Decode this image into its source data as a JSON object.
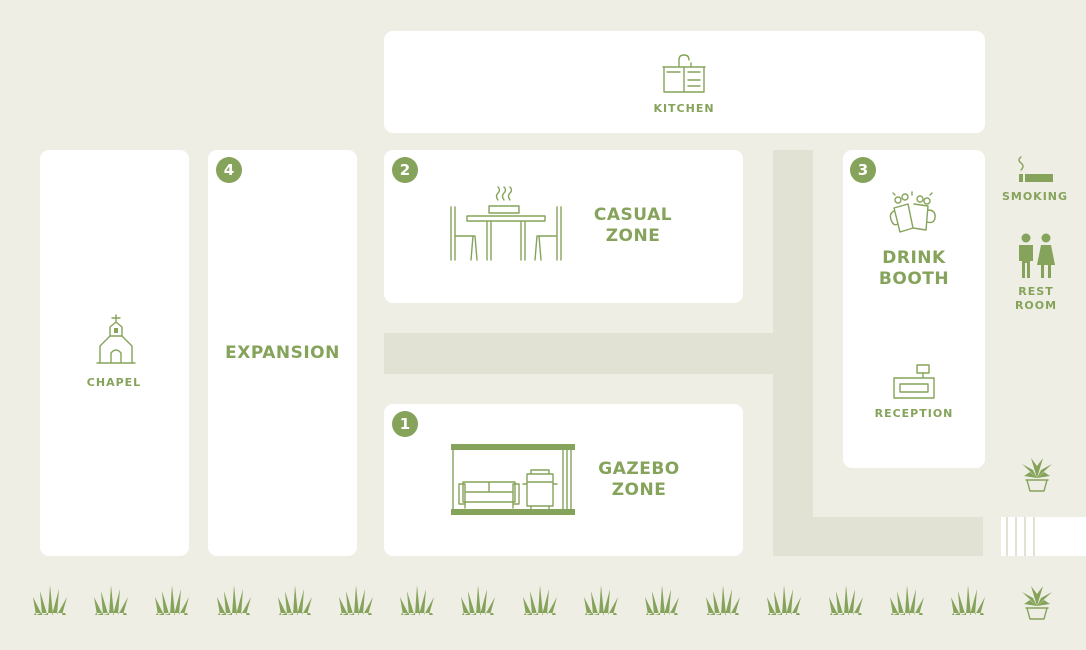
{
  "map": {
    "kitchen": {
      "label": "KITCHEN"
    },
    "chapel": {
      "label": "CHAPEL"
    },
    "expansion": {
      "label": "EXPANSION",
      "number": "4"
    },
    "casual_zone": {
      "label": "CASUAL\nZONE",
      "number": "2"
    },
    "gazebo_zone": {
      "label": "GAZEBO\nZONE",
      "number": "1"
    },
    "drink_booth": {
      "label": "DRINK\nBOOTH",
      "number": "3"
    },
    "reception": {
      "label": "RECEPTION"
    },
    "smoking": {
      "label": "SMOKING"
    },
    "restroom": {
      "label": "REST\nROOM"
    }
  },
  "colors": {
    "accent": "#85a35a",
    "background": "#eeeee4",
    "path": "#e1e2d3",
    "room": "#ffffff"
  },
  "icons": [
    "sink-icon",
    "chapel-icon",
    "dining-table-icon",
    "gazebo-icon",
    "beer-mugs-icon",
    "reception-desk-icon",
    "cigarette-icon",
    "restroom-icon",
    "potted-plant-icon",
    "grass-icon"
  ]
}
